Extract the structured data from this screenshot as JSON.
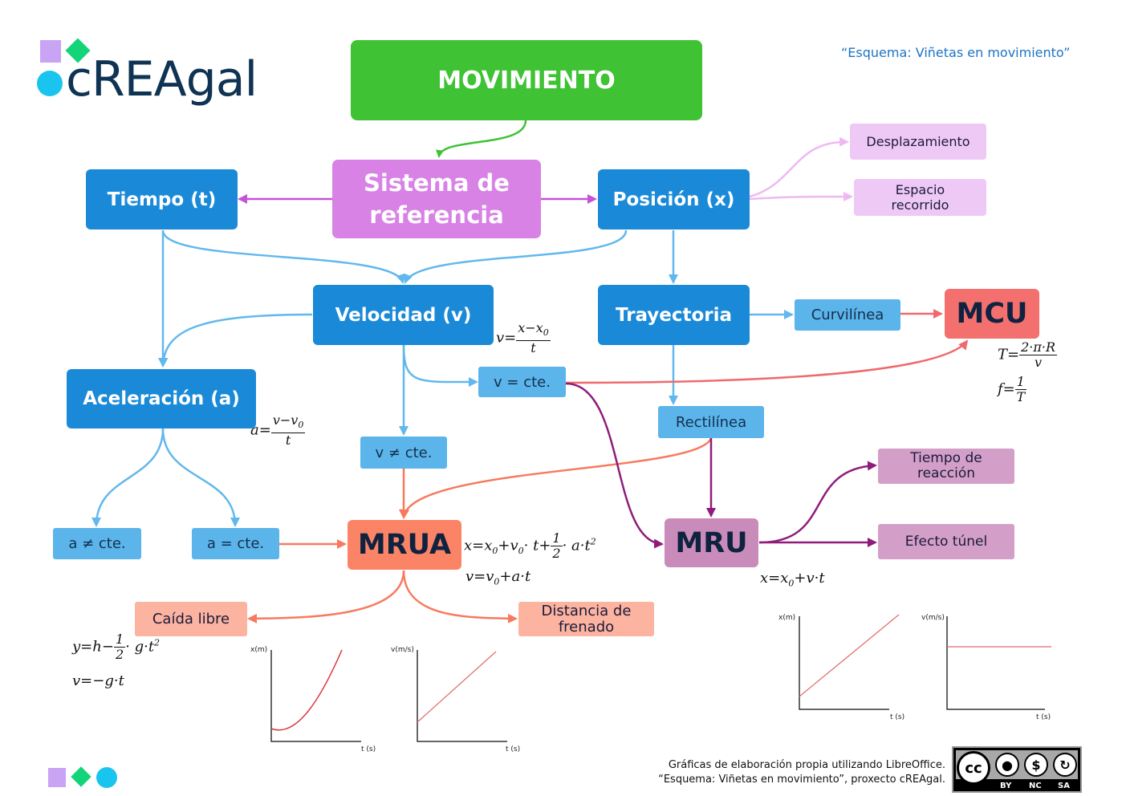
{
  "header": {
    "logo_text": "cREAgal",
    "top_right_caption": "“Esquema: Viñetas en movimiento”"
  },
  "colors": {
    "green": "#3fc234",
    "blue": "#1a8ad8",
    "light_blue": "#5bb4ea",
    "violet": "#d882e6",
    "red": "#f4706e",
    "orange": "#fb8466",
    "purple": "#c98cba",
    "dark_purple": "#8f1c7a"
  },
  "nodes": {
    "movimiento": "MOVIMIENTO",
    "sistema": "Sistema de referencia",
    "tiempo": "Tiempo (t)",
    "posicion": "Posición (x)",
    "desplazamiento": "Desplazamiento",
    "espacio": "Espacio recorrido",
    "velocidad": "Velocidad (v)",
    "trayectoria": "Trayectoria",
    "curvilinea": "Curvilínea",
    "mcu": "MCU",
    "aceleracion": "Aceleración (a)",
    "v_cte": "v = cte.",
    "v_no_cte": "v ≠ cte.",
    "rectilinea": "Rectilínea",
    "a_no_cte": "a ≠ cte.",
    "a_cte": "a = cte.",
    "mrua": "MRUA",
    "mru": "MRU",
    "tiempo_reaccion": "Tiempo de reacción",
    "efecto_tunel": "Efecto túnel",
    "caida_libre": "Caída libre",
    "distancia_frenado": "Distancia de frenado"
  },
  "graphs": {
    "x_label": "x(m)",
    "v_label": "v(m/s)",
    "t_label": "t (s)"
  },
  "footer": {
    "line1": "Gráficas de elaboración propia utilizando LibreOffice.",
    "line2": "“Esquema: Viñetas en movimiento”, proxecto cREAgal.",
    "license": [
      "BY",
      "NC",
      "SA"
    ]
  }
}
